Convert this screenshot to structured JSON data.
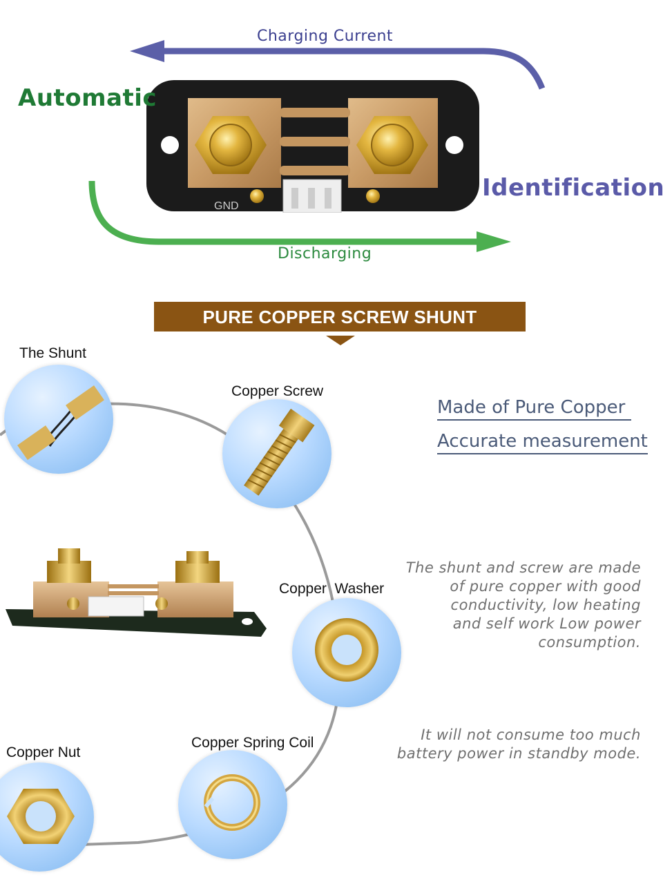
{
  "top": {
    "charging_label": "Charging Current",
    "discharging_label": "Discharging",
    "automatic_label": "Automatic",
    "identification_label": "Identification",
    "gnd_label": "GND"
  },
  "banner": {
    "title": "PURE COPPER SCREW SHUNT"
  },
  "parts": {
    "shunt": "The Shunt",
    "screw": "Copper Screw",
    "washer": "Copper  Washer",
    "nut": "Copper Nut",
    "spring": "Copper Spring Coil"
  },
  "features": {
    "pure_copper": "Made of Pure Copper ",
    "accurate": "Accurate measurement"
  },
  "descriptions": {
    "line1": "The shunt and screw are made",
    "line2": "of pure copper with good",
    "line3": "conductivity, low heating",
    "line4": "and self work Low power",
    "line5": "consumption.",
    "standby1": "It will not consume too much",
    "standby2": "battery power in standby mode."
  },
  "colors": {
    "charging": "#5b5fa8",
    "discharging": "#4caf50",
    "banner": "#8a5413",
    "board": "#1a1a1a",
    "copper": "#c8a070"
  }
}
